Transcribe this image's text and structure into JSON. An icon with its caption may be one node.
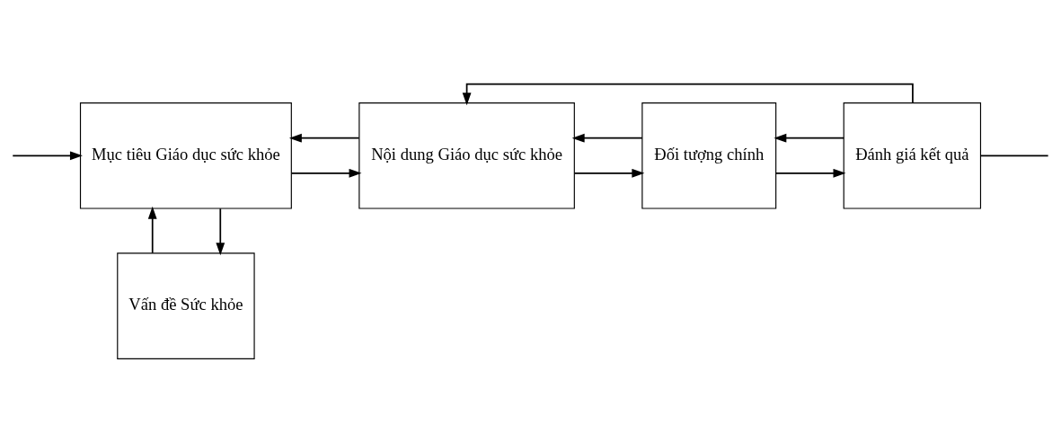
{
  "diagram": {
    "nodes": [
      {
        "text": [
          "Vấn đề Sức khỏe"
        ]
      },
      {
        "text": [
          "Mục tiêu Giáo dục sức khỏe"
        ]
      },
      {
        "text": [
          "Nội dung Giáo dục sức khỏe"
        ]
      },
      {
        "text": [
          "Đối tượng chính"
        ]
      },
      {
        "text": [
          "Đánh giá kết quả"
        ]
      }
    ],
    "edges": [
      {
        "from": 1,
        "to": 0,
        "arrow": "to"
      },
      {
        "from": 0,
        "to": 1,
        "arrow": "to"
      },
      {
        "from": 1,
        "to": 2,
        "arrow": "to"
      },
      {
        "from": 2,
        "to": 1,
        "arrow": "to"
      },
      {
        "from": 2,
        "to": 3,
        "arrow": "to"
      },
      {
        "from": 3,
        "to": 2,
        "arrow": "to"
      },
      {
        "from": 3,
        "to": 4,
        "arrow": "to"
      },
      {
        "from": 4,
        "to": 3,
        "arrow": "to"
      },
      {
        "from": 4,
        "to": 2,
        "arrow": "to"
      },
      {
        "from": null,
        "to": 1,
        "arrow": "to"
      },
      {
        "from": 4,
        "to": null,
        "arrow": "none"
      }
    ]
  }
}
